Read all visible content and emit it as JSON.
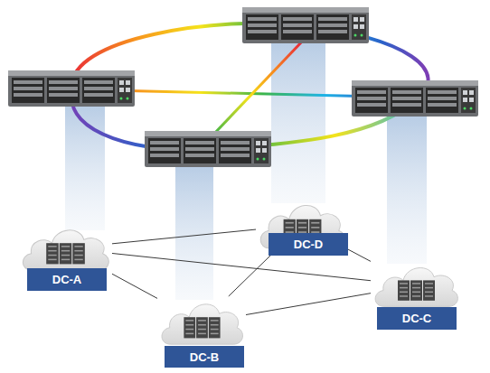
{
  "diagram": {
    "nodes": [
      {
        "text": [
          "DC-D"
        ]
      },
      {
        "text": [
          "DC-A"
        ]
      },
      {
        "text": [
          "DC-C"
        ]
      },
      {
        "text": [
          "DC-B"
        ]
      }
    ],
    "edges": [
      {
        "from": 1,
        "to": 0,
        "arrow": "none"
      },
      {
        "from": 1,
        "to": 2,
        "arrow": "none"
      },
      {
        "from": 1,
        "to": 3,
        "arrow": "none"
      },
      {
        "from": 3,
        "to": 0,
        "arrow": "none"
      },
      {
        "from": 0,
        "to": 2,
        "arrow": "none"
      },
      {
        "from": 3,
        "to": 2,
        "arrow": "none"
      }
    ]
  }
}
